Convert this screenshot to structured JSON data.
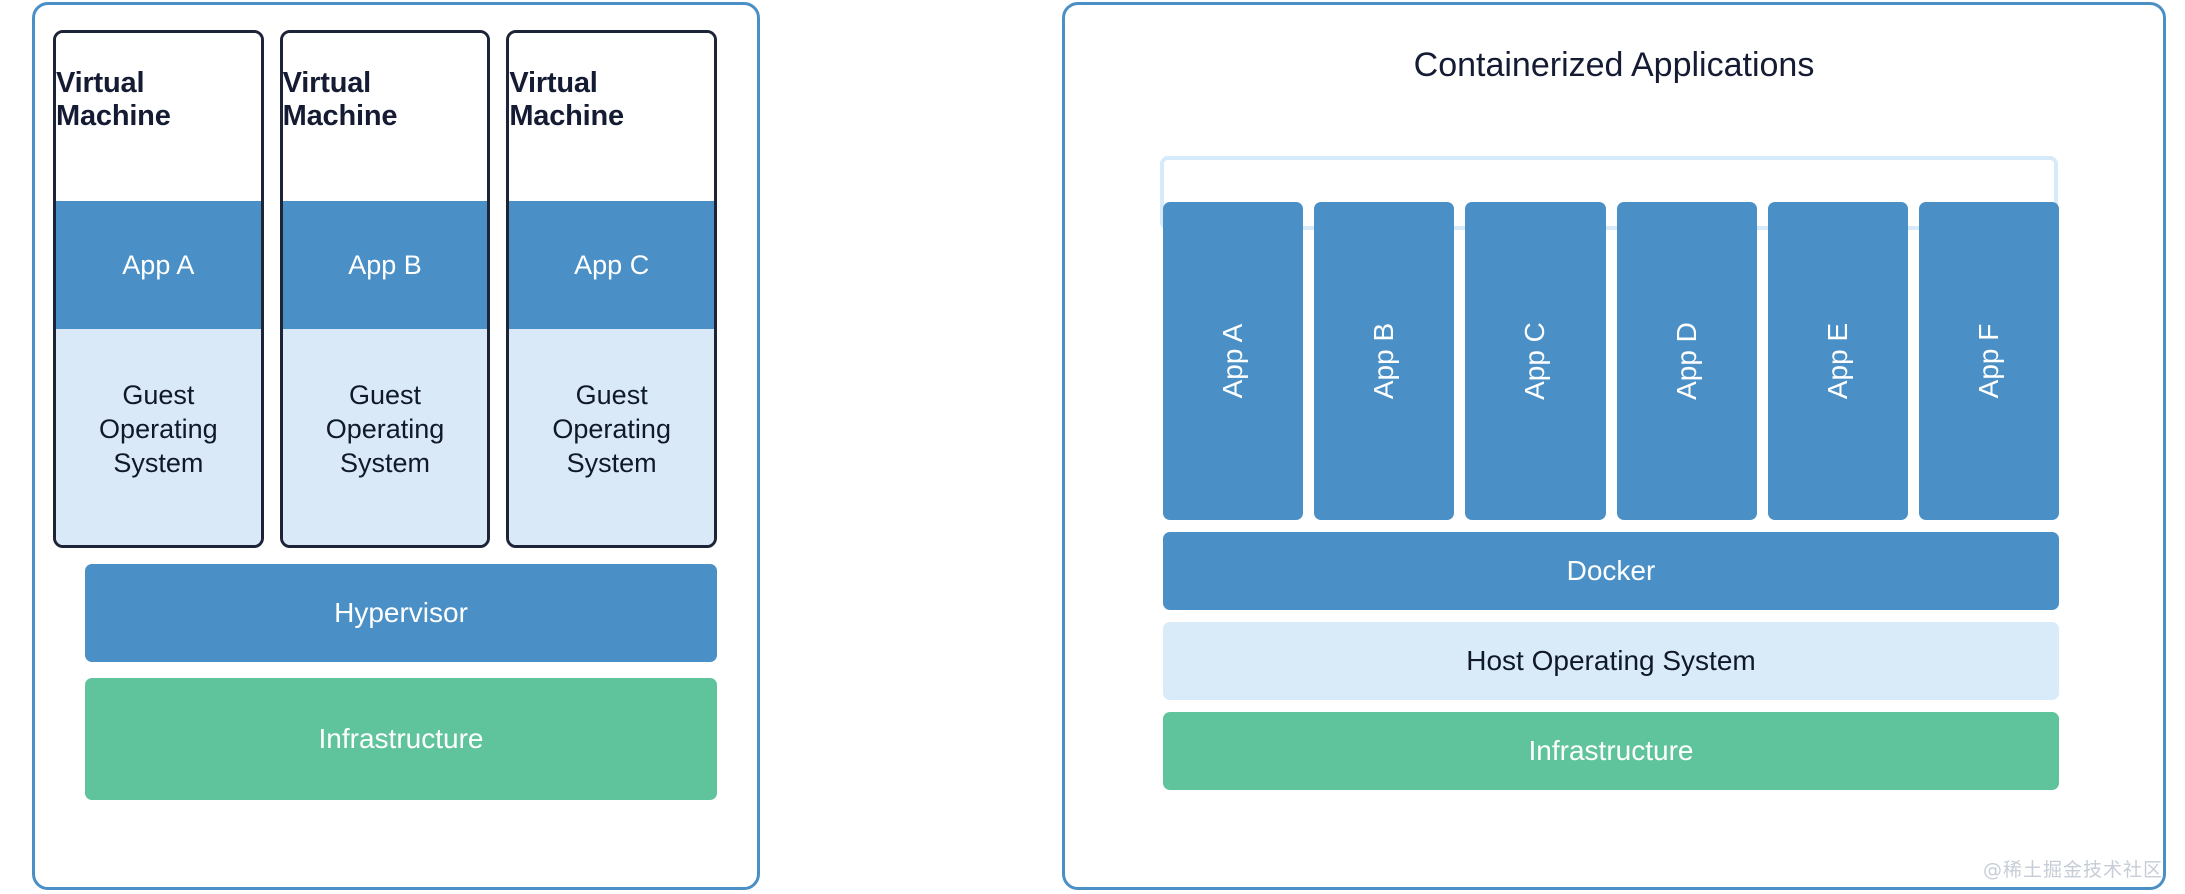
{
  "colors": {
    "panel_border": "#4a90c6",
    "vm_border": "#1d2438",
    "accent_blue": "#4a90c6",
    "pale_blue": "#d9e9f7",
    "green": "#5fc49c",
    "text_dark": "#141b33",
    "plate_outline": "#d7eaf9"
  },
  "left_panel": {
    "vms": [
      {
        "title": "Virtual Machine",
        "app": "App A",
        "guest_os": "Guest\nOperating\nSystem"
      },
      {
        "title": "Virtual Machine",
        "app": "App B",
        "guest_os": "Guest\nOperating\nSystem"
      },
      {
        "title": "Virtual Machine",
        "app": "App C",
        "guest_os": "Guest\nOperating\nSystem"
      }
    ],
    "hypervisor": "Hypervisor",
    "infrastructure": "Infrastructure"
  },
  "right_panel": {
    "title": "Containerized Applications",
    "apps": [
      "App A",
      "App B",
      "App C",
      "App D",
      "App E",
      "App F"
    ],
    "docker": "Docker",
    "host_os": "Host Operating System",
    "infrastructure": "Infrastructure"
  },
  "watermark": "@稀土掘金技术社区"
}
